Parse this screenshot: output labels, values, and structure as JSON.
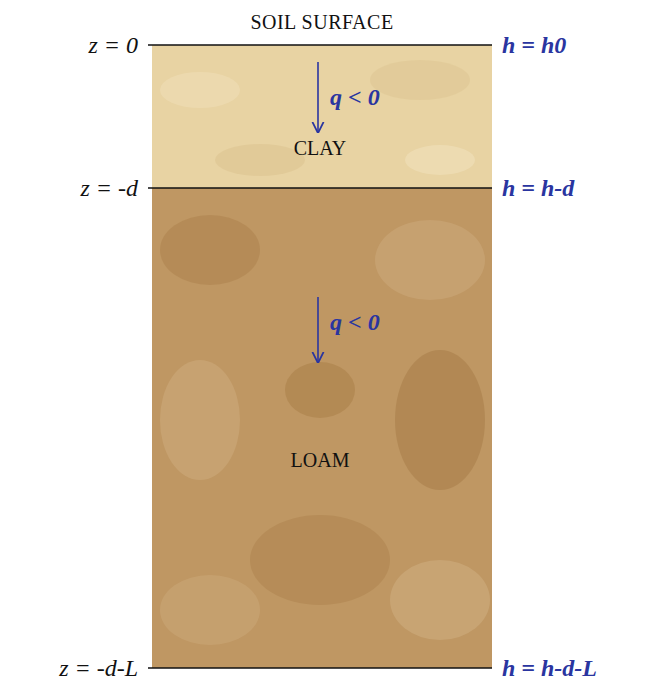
{
  "diagram": {
    "nodes": [
      {
        "text": [
          "q < 0",
          "CLAY"
        ]
      },
      {
        "text": [
          "q < 0",
          "LOAM"
        ]
      }
    ],
    "labels": [
      "SOIL SURFACE",
      "z = 0",
      "h = h0",
      "z = -d",
      "h = h-d",
      "z = -d-L",
      "h = h-d-L"
    ]
  }
}
